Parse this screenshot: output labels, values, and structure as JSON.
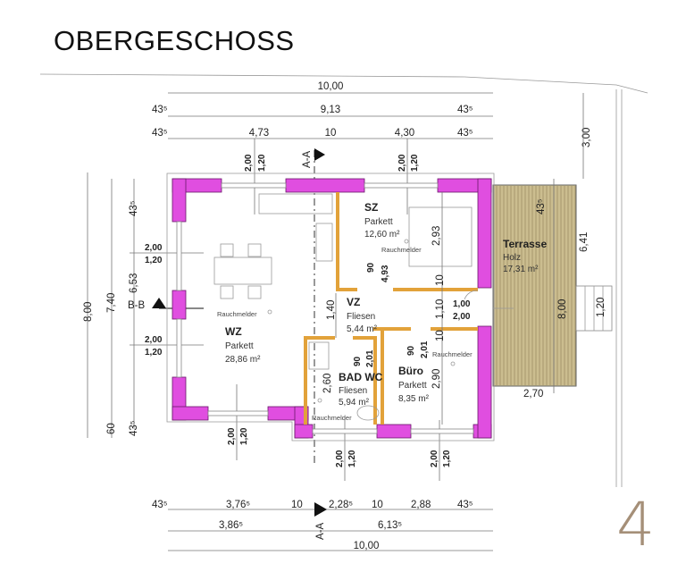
{
  "title": "OBERGESCHOSS",
  "page_number": "4",
  "dims_top": {
    "overall": "10,00",
    "inner": "9,13",
    "edge": "43⁵",
    "seg_left": "4,73",
    "seg_mid": "10",
    "seg_right": "4,30",
    "right_3": "3,00"
  },
  "dims_bottom": {
    "edge": "43⁵",
    "a": "3,76⁵",
    "b": "10",
    "c": "2,28⁵",
    "d": "10",
    "e": "2,88",
    "f": "3,86⁵",
    "g": "6,13⁵",
    "overall": "10,00"
  },
  "dims_left": {
    "overall": "8,00",
    "mid": "7,40",
    "inner": "6,53",
    "top_edge": "43⁵",
    "bottom_60": "60",
    "bottom_edge": "43⁵"
  },
  "windows": {
    "height": "2,00",
    "sill": "1,20"
  },
  "sections": {
    "aa": "A-A",
    "bb": "B-B"
  },
  "rooms": [
    {
      "name": "SZ",
      "floor": "Parkett",
      "area": "12,60 m²"
    },
    {
      "name": "Terrasse",
      "floor": "Holz",
      "area": "17,31 m²"
    },
    {
      "name": "VZ",
      "floor": "Fliesen",
      "area": "5,44 m²"
    },
    {
      "name": "WZ",
      "floor": "Parkett",
      "area": "28,86 m²"
    },
    {
      "name": "BAD WC",
      "floor": "Fliesen",
      "area": "5,94 m²"
    },
    {
      "name": "Büro",
      "floor": "Parkett",
      "area": "8,35 m²"
    }
  ],
  "smoke_detector": "Rauchmelder",
  "inner_dims": {
    "sz_depth": "2,93",
    "vz_len": "1,40",
    "wall_10": "10",
    "corr": "1,10",
    "door_w": "90",
    "door_h": "2,01",
    "sz_door": "4,93",
    "bad": "2,60",
    "buero": "2,90",
    "terr_len": "8,00",
    "terr_inner": "6,41",
    "terr_edge": "43⁵",
    "terr_w": "2,70",
    "stair_sill": "1,20",
    "balc_door_w": "1,00",
    "balc_door_h": "2,00"
  }
}
